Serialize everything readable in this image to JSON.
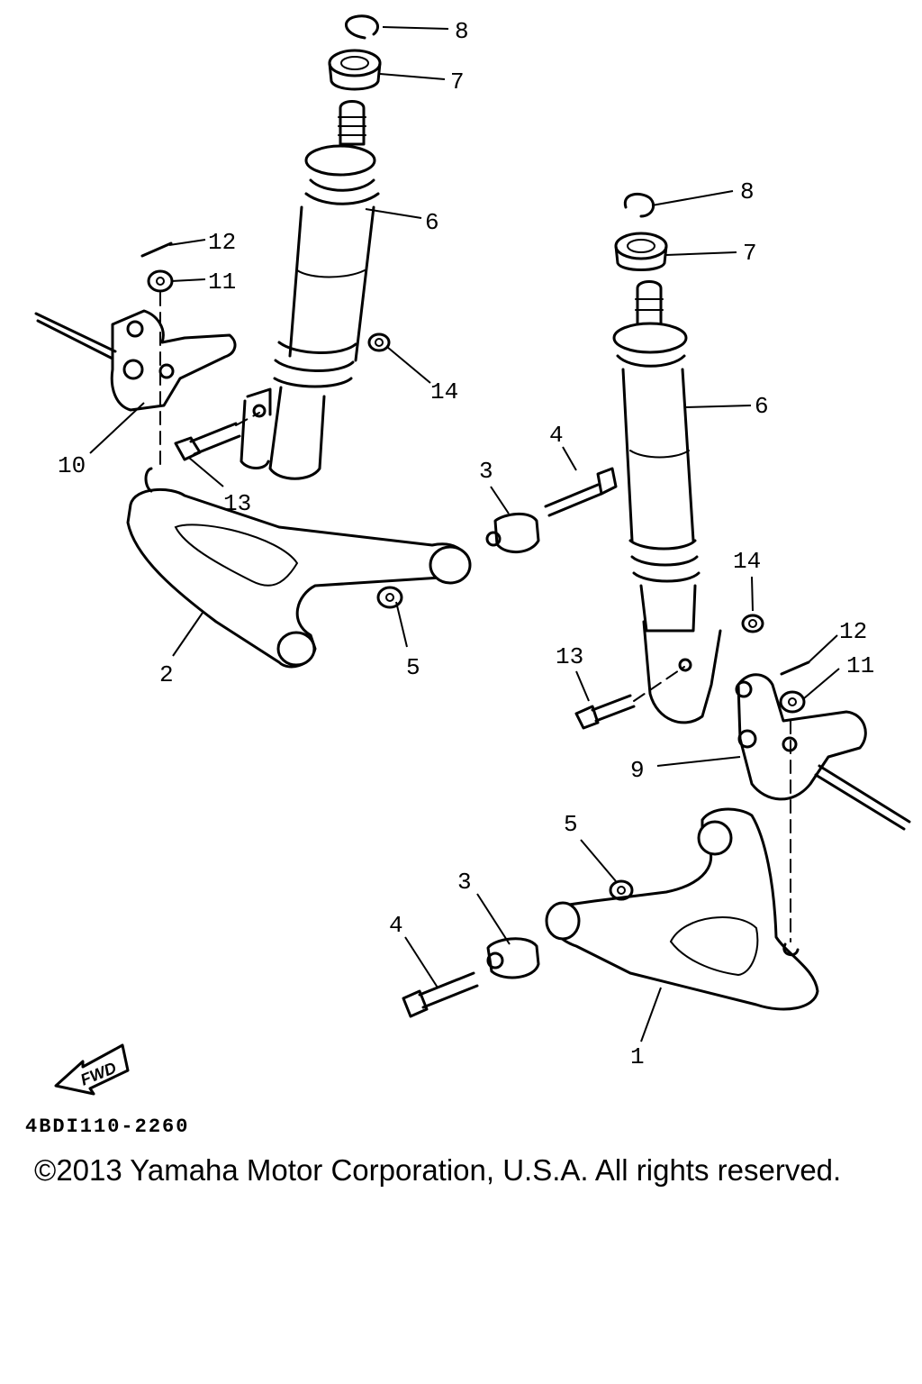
{
  "diagram": {
    "code": "4BDI110-2260",
    "copyright": "©2013 Yamaha Motor Corporation, U.S.A. All rights reserved.",
    "fwd_label": "FWD",
    "callouts": {
      "left": {
        "c8": "8",
        "c7": "7",
        "c6": "6",
        "c12": "12",
        "c11": "11",
        "c14": "14",
        "c10": "10",
        "c13": "13",
        "c3": "3",
        "c4": "4",
        "c2": "2",
        "c5": "5"
      },
      "right": {
        "c8": "8",
        "c7": "7",
        "c6": "6",
        "c14": "14",
        "c12": "12",
        "c11": "11",
        "c13": "13",
        "c9": "9",
        "c5": "5",
        "c3": "3",
        "c4": "4",
        "c1": "1"
      }
    }
  }
}
